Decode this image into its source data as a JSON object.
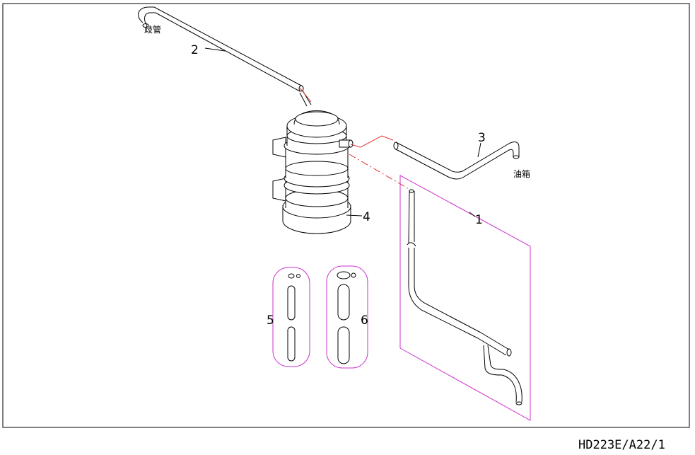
{
  "labels": {
    "manifold": "歧管",
    "tank": "油箱",
    "part1": "1",
    "part2": "2",
    "part3": "3",
    "part4": "4",
    "part5": "5",
    "part6": "6"
  },
  "drawing_code": "HD223E/A22/1",
  "colors": {
    "line": "#000000",
    "callout_box": "#cc33cc",
    "center_line": "#e03030",
    "background": "#ffffff"
  }
}
